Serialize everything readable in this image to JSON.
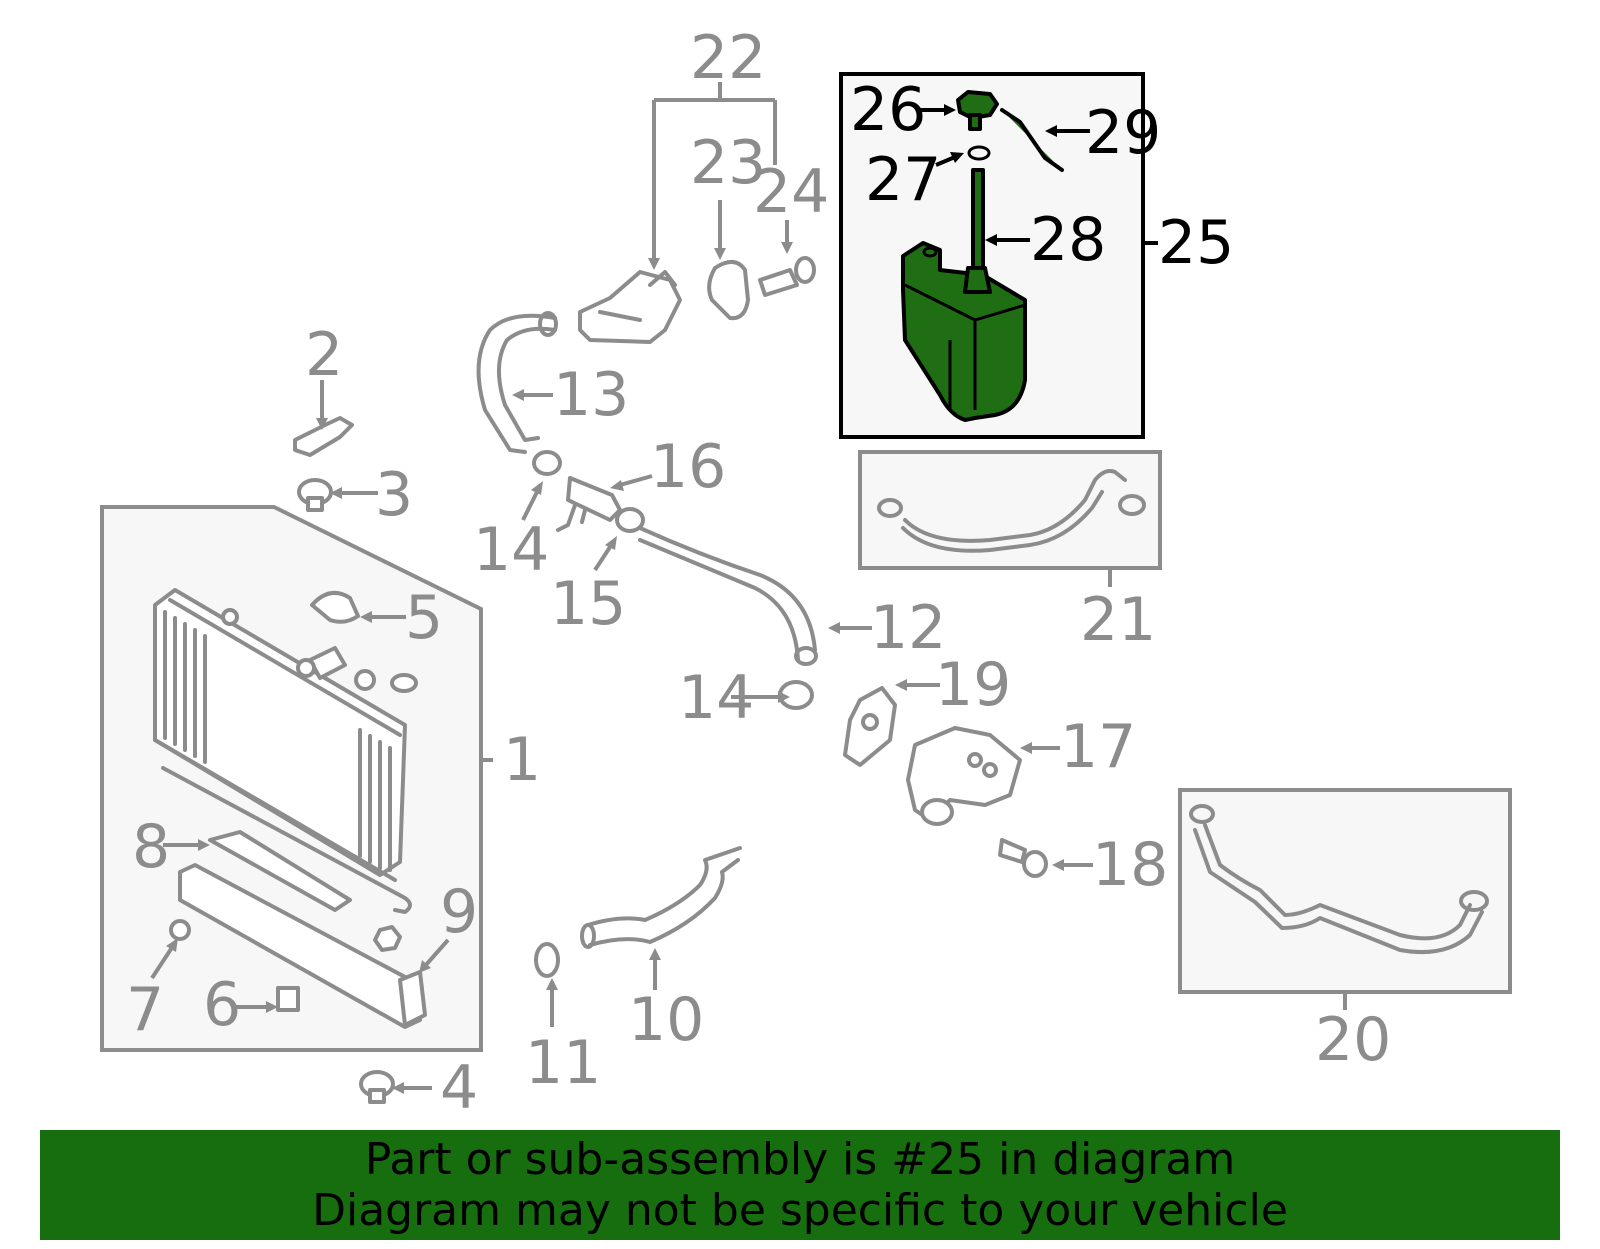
{
  "labels": {
    "p1": "1",
    "p2": "2",
    "p3": "3",
    "p4": "4",
    "p5": "5",
    "p6": "6",
    "p7": "7",
    "p8": "8",
    "p9": "9",
    "p10": "10",
    "p11": "11",
    "p12": "12",
    "p13": "13",
    "p14a": "14",
    "p14b": "14",
    "p15": "15",
    "p16": "16",
    "p17": "17",
    "p18": "18",
    "p19": "19",
    "p20": "20",
    "p21": "21",
    "p22": "22",
    "p23": "23",
    "p24": "24",
    "p25": "25",
    "p26": "26",
    "p27": "27",
    "p28": "28",
    "p29": "29"
  },
  "banner": {
    "line1": "Part or sub-assembly is #25 in diagram",
    "line2": "Diagram may not be specific to your vehicle"
  },
  "colors": {
    "highlight": "#1f6e13",
    "banner": "#166e0f",
    "part_line": "#8c8c8c"
  }
}
